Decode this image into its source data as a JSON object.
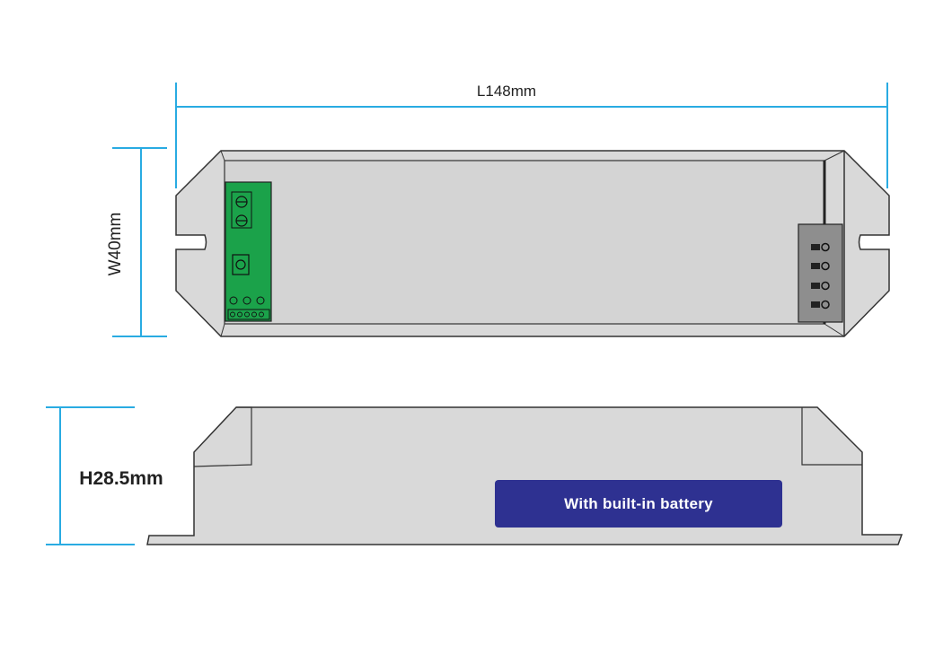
{
  "dimensions": {
    "length_label": "L148mm",
    "width_label": "W40mm",
    "height_label": "H28.5mm"
  },
  "badge": {
    "text": "With built-in battery"
  },
  "colors": {
    "dimension_line": "#29abe2",
    "housing": "#d7d7d7",
    "pcb": "#1aa34a",
    "terminal_block": "#8c8c8c",
    "badge": "#2e3191"
  }
}
